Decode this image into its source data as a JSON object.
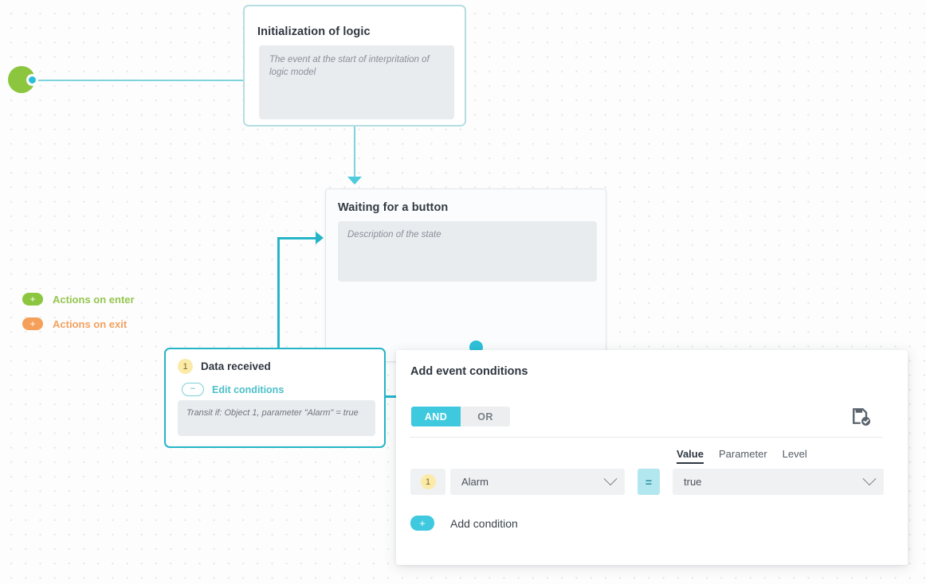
{
  "canvas": {
    "background_color": "#fdfdfd",
    "dot_color": "#e6e6ea"
  },
  "start_node": {
    "name": "start-node",
    "color": "#8cc63f",
    "handle_color": "#2cc0d8"
  },
  "nodes": [
    {
      "id": "init",
      "title": "Initialization of logic",
      "description": "The event at the start of interpritation of logic model",
      "border_color": "#b6dee2"
    },
    {
      "id": "waiting",
      "title": "Waiting for a button",
      "description": "Description of the state",
      "actions": [
        {
          "label": "Actions on enter",
          "color": "#8cc63f",
          "icon": "plus-icon"
        },
        {
          "label": "Actions on exit",
          "color": "#f5a05a",
          "icon": "plus-icon"
        }
      ]
    },
    {
      "id": "data_received",
      "badge": "1",
      "title": "Data received",
      "edit_link": "Edit conditions",
      "edit_icon": "~",
      "condition_summary": "Transit if: Object 1, parameter \"Alarm\" = true",
      "border_color": "#24b5c8"
    }
  ],
  "dialog": {
    "title": "Add event conditions",
    "logic_toggle": {
      "options": [
        "AND",
        "OR"
      ],
      "selected": "AND",
      "active_color": "#3fc9df"
    },
    "save_icon": "save-check-icon",
    "column_headers": [
      {
        "label": "Value",
        "active": true
      },
      {
        "label": "Parameter",
        "active": false
      },
      {
        "label": "Level",
        "active": false
      }
    ],
    "conditions": [
      {
        "index": "1",
        "parameter": "Alarm",
        "operator": "=",
        "value": "true"
      }
    ],
    "add_condition_label": "Add condition",
    "add_condition_icon": "plus-icon"
  }
}
